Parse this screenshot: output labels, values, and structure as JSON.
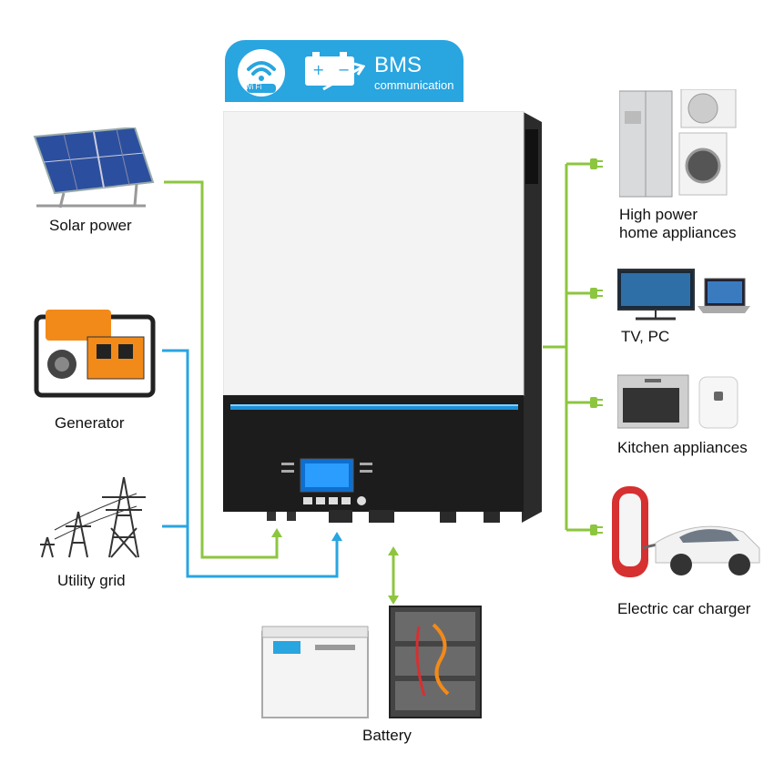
{
  "banner": {
    "wifi_label": "Wi Fi",
    "bms_title": "BMS",
    "bms_subtitle": "communication",
    "wifi_icon": "wifi-icon",
    "bms_icon": "battery-arrow-icon"
  },
  "inputs": [
    {
      "id": "solar",
      "label": "Solar power",
      "icon": "solar-panel-icon",
      "line_color": "#8cc63f"
    },
    {
      "id": "generator",
      "label": "Generator",
      "icon": "generator-icon",
      "line_color": "#29a5e0"
    },
    {
      "id": "grid",
      "label": "Utility grid",
      "icon": "transmission-tower-icon",
      "line_color": "#29a5e0"
    }
  ],
  "outputs": [
    {
      "id": "high-power",
      "label_line1": "High power",
      "label_line2": "home appliances",
      "icon": "fridge-washer-icon"
    },
    {
      "id": "tv-pc",
      "label": "TV, PC",
      "icon": "tv-laptop-icon"
    },
    {
      "id": "kitchen",
      "label": "Kitchen appliances",
      "icon": "oven-icon"
    },
    {
      "id": "ev",
      "label": "Electric car charger",
      "icon": "car-charger-icon"
    }
  ],
  "battery": {
    "label": "Battery",
    "icon": "battery-stack-icon"
  },
  "colors": {
    "green": "#8cc63f",
    "blue": "#29a5e0",
    "inverter_white": "#f4f4f4",
    "inverter_black": "#1a1a1a"
  }
}
